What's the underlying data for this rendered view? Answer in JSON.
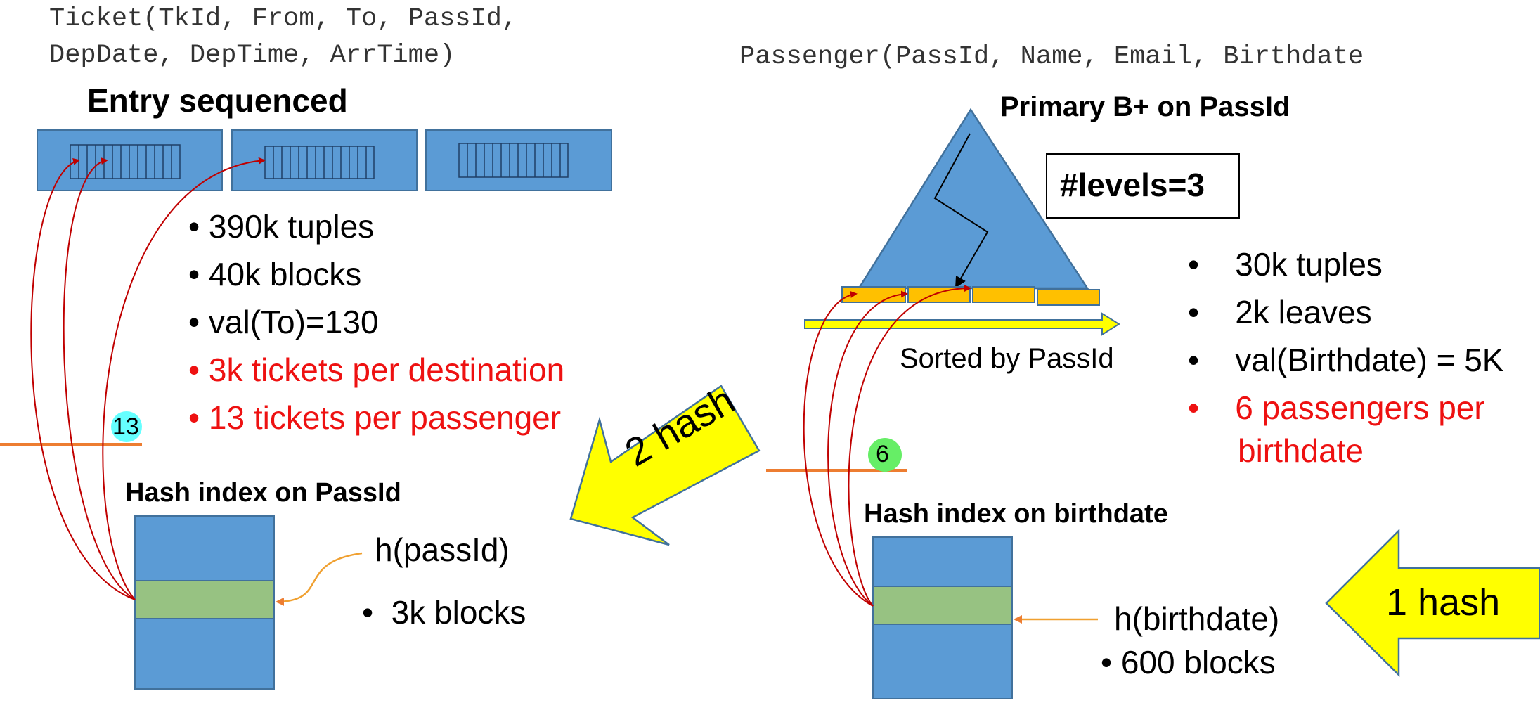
{
  "ticket": {
    "schema_line1": "Ticket(TkId, From, To, PassId,",
    "schema_line2": "DepDate, DepTime, ArrTime)",
    "organization": "Entry sequenced",
    "stats": [
      {
        "text": "390k tuples",
        "color": "#000000"
      },
      {
        "text": "40k blocks",
        "color": "#000000"
      },
      {
        "text": "val(To)=130",
        "color": "#000000"
      },
      {
        "text": "3k tickets per destination",
        "color": "#ee1111"
      },
      {
        "text": "13 tickets per passenger",
        "color": "#ee1111"
      }
    ],
    "badge": "13",
    "index_title": "Hash index on PassId",
    "hash_fn": "h(passId)",
    "index_blocks": "3k blocks"
  },
  "passenger": {
    "schema": "Passenger(PassId, Name, Email, Birthdate",
    "index_title": "Primary B+ on PassId",
    "levels": "#levels=3",
    "sorted_label": "Sorted by PassId",
    "stats": [
      {
        "text": "30k tuples",
        "color": "#000000"
      },
      {
        "text": "2k leaves",
        "color": "#000000"
      },
      {
        "text": "val(Birthdate) = 5K",
        "color": "#000000"
      },
      {
        "text": "6 passengers per",
        "color": "#ee1111"
      }
    ],
    "stats_continuation": "birthdate",
    "badge": "6",
    "hash_title": "Hash index on birthdate",
    "hash_fn": "h(birthdate)",
    "hash_blocks": "600 blocks"
  },
  "arrows": {
    "left": "2 hash",
    "right": "1 hash"
  },
  "colors": {
    "block_blue": "#5b9bd5",
    "block_border": "#41719c",
    "bucket_green": "#97c282",
    "leaf_orange": "#ffc000",
    "arrow_yellow": "#ffff00",
    "pointer_red": "#c00000",
    "divider_orange": "#ed7d31",
    "badge_cyan": "#66ffff",
    "badge_green": "#66ee66"
  }
}
